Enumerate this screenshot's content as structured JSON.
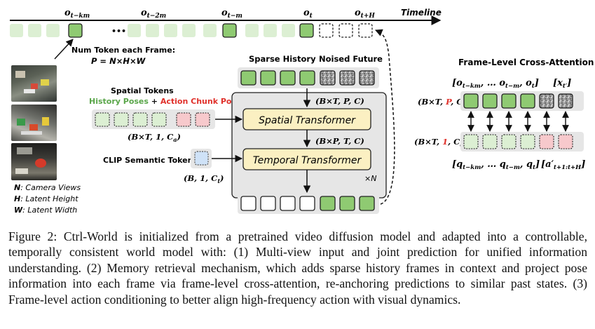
{
  "timeline": {
    "label": "Timeline",
    "frames": [
      "o",
      "o",
      "o",
      "o",
      "o"
    ],
    "subs": [
      "t−km",
      "t−2m",
      "t−m",
      "t",
      "t+H"
    ],
    "ellipsis": "•••"
  },
  "num_token": {
    "title": "Num Token each Frame:",
    "formula": "P = N×H×W"
  },
  "legend": {
    "n_key": "N",
    "n_text": ": Camera Views",
    "h_key": "H",
    "h_text": ": Latent Height",
    "w_key": "W",
    "w_text": ": Latent Width"
  },
  "spatial_tokens": {
    "title": "Spatial Tokens",
    "history": "History Poses",
    "plus": " + ",
    "action": "Action Chunk Poses",
    "shape": "(B×T, 1, C",
    "shape_sub": "a",
    "shape_end": ")"
  },
  "clip": {
    "label": "CLIP Semantic Tokens",
    "shape": "(B, 1, C",
    "shape_sub": "t",
    "shape_end": ")"
  },
  "main": {
    "sparse_history": "Sparse History",
    "noised_future": "Noised Future",
    "shape_top": "(B×T, P, C)",
    "spatial_transformer": "Spatial Transformer",
    "shape_mid": "(B×P, T, C)",
    "temporal_transformer": "Temporal Transformer",
    "repeat": "×N"
  },
  "cross_attention": {
    "title": "Frame-Level Cross-Attention",
    "top_left": "[o",
    "top_left_subs": [
      "t−km",
      "t−m",
      "t"
    ],
    "top_right": "[x",
    "top_right_sub": "t′",
    "shape_top_a": "(B×T, ",
    "shape_top_p": "P",
    "shape_top_b": ", C)",
    "shape_bot_a": "(B×T, ",
    "shape_bot_1": "1",
    "shape_bot_b": ", C",
    "shape_bot_sub": "a",
    "shape_bot_end": ")",
    "bottom_left": "[q",
    "bottom_left_subs": [
      "t−km",
      "t−m",
      "t"
    ],
    "bottom_right": "[a′",
    "bottom_right_sub": "t+1:t+H"
  },
  "colors": {
    "green": "#8fca72",
    "light_green": "#dcefd3",
    "pink": "#f7c9cc",
    "light_blue": "#cfe2f7",
    "noise_gray": "#a0a0a0",
    "transformer_yellow": "#fbf0c2",
    "panel_gray": "#e6e6e6",
    "history_text": "#5aa64a",
    "action_text": "#e0302a"
  },
  "caption": "Figure 2: Ctrl-World is initialized from a pretrained video diffusion model and adapted into a controllable, temporally consistent world model with: (1) Multi-view input and joint prediction for unified information understanding. (2) Memory retrieval mechanism, which adds sparse history frames in context and project pose information into each frame via frame-level cross-attention, re-anchoring predictions to similar past states. (3) Frame-level action conditioning to better align high-frequency action with visual dynamics."
}
